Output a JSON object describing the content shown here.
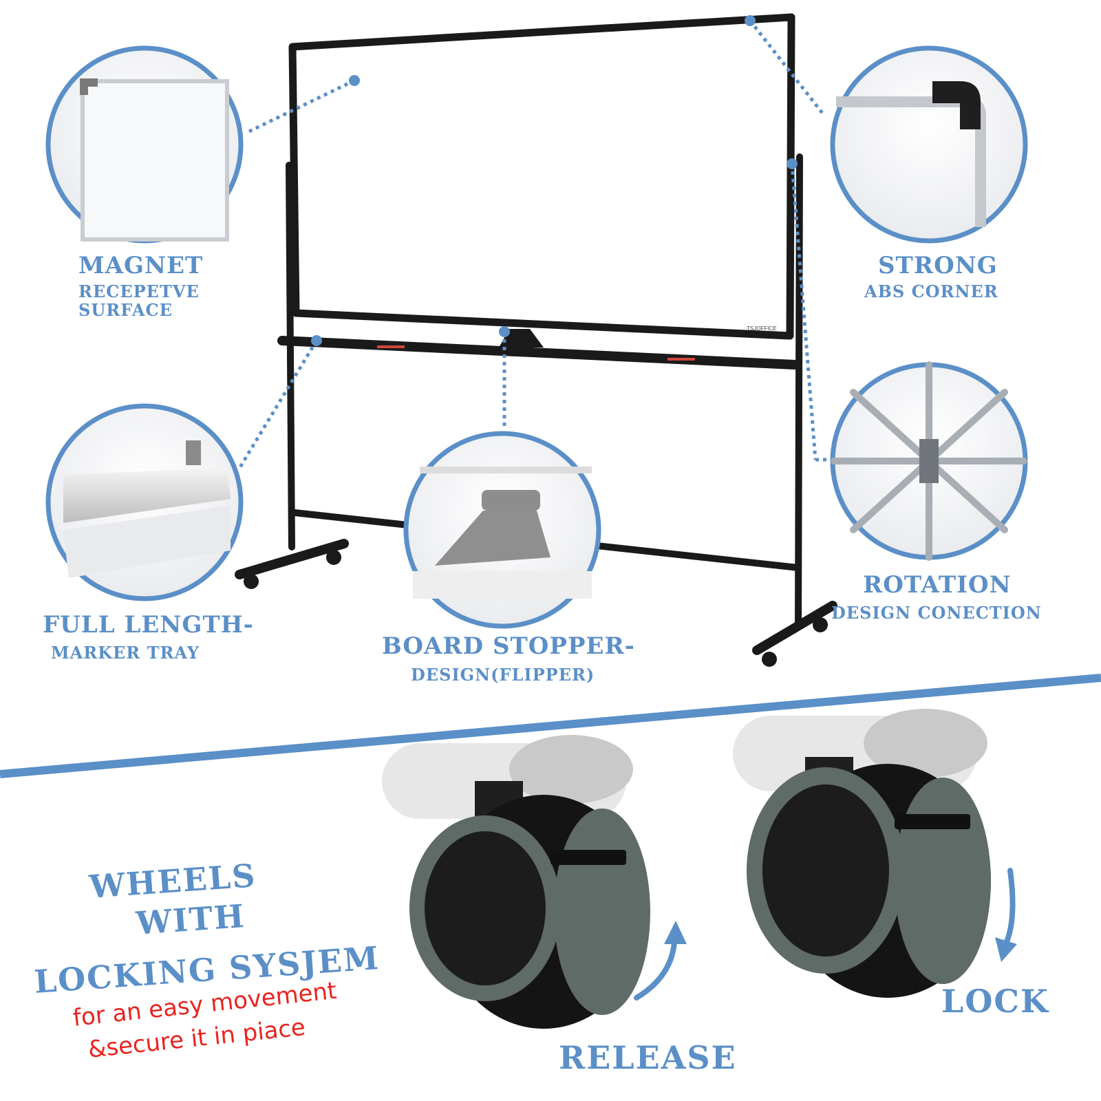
{
  "features": {
    "magnet": {
      "title": "MAGNET",
      "line1": "RECEPETVE",
      "line2": "SURFACE"
    },
    "corner": {
      "title": "STRONG",
      "line1": "ABS CORNER"
    },
    "tray": {
      "title": "FULL LENGTH-",
      "line1": "MARKER TRAY"
    },
    "stopper": {
      "title": "BOARD STOPPER-",
      "line1": "DESIGN(FLIPPER)"
    },
    "rotation": {
      "title": "ROTATION",
      "line1": "DESIGN CONECTION"
    }
  },
  "board_brand": "TSJOFFICE",
  "wheels": {
    "heading1": "WHEELS",
    "heading2": "WITH",
    "heading3": "LOCKING SYSJEM",
    "tagline1": "for an easy movement",
    "tagline2": "&secure it in piace",
    "release_label": "RELEASE",
    "lock_label": "LOCK"
  },
  "colors": {
    "accent": "#5b8fc7",
    "red": "#e8241f",
    "frame": "#1a1a1a",
    "wheel_tread": "#5f6b66"
  }
}
